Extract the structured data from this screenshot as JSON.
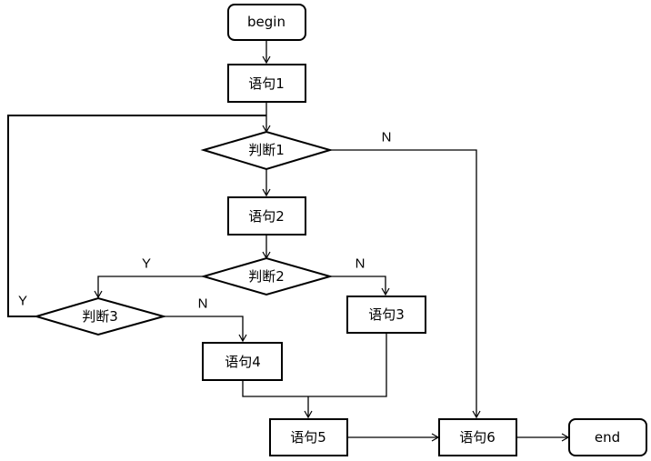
{
  "nodes": {
    "begin": {
      "label": "begin",
      "shape": "terminal"
    },
    "s1": {
      "label": "语句1",
      "shape": "process"
    },
    "d1": {
      "label": "判断1",
      "shape": "decision"
    },
    "s2": {
      "label": "语句2",
      "shape": "process"
    },
    "d2": {
      "label": "判断2",
      "shape": "decision"
    },
    "d3": {
      "label": "判断3",
      "shape": "decision"
    },
    "s3": {
      "label": "语句3",
      "shape": "process"
    },
    "s4": {
      "label": "语句4",
      "shape": "process"
    },
    "s5": {
      "label": "语句5",
      "shape": "process"
    },
    "s6": {
      "label": "语句6",
      "shape": "process"
    },
    "end": {
      "label": "end",
      "shape": "terminal"
    }
  },
  "edges": [
    {
      "from": "begin",
      "to": "s1",
      "label": ""
    },
    {
      "from": "s1",
      "to": "d1",
      "label": ""
    },
    {
      "from": "d1",
      "to": "s2",
      "label": ""
    },
    {
      "from": "d1",
      "to": "s6",
      "label": "N"
    },
    {
      "from": "s2",
      "to": "d2",
      "label": ""
    },
    {
      "from": "d2",
      "to": "d3",
      "label": "Y"
    },
    {
      "from": "d2",
      "to": "s3",
      "label": "N"
    },
    {
      "from": "d3",
      "to": "d1",
      "label": "Y"
    },
    {
      "from": "d3",
      "to": "s4",
      "label": "N"
    },
    {
      "from": "s4",
      "to": "s5",
      "label": ""
    },
    {
      "from": "s3",
      "to": "s5",
      "label": ""
    },
    {
      "from": "s5",
      "to": "s6",
      "label": ""
    },
    {
      "from": "s6",
      "to": "end",
      "label": ""
    }
  ],
  "edge_labels": {
    "d1_n": "N",
    "d2_y": "Y",
    "d2_n": "N",
    "d3_y": "Y",
    "d3_n": "N"
  }
}
